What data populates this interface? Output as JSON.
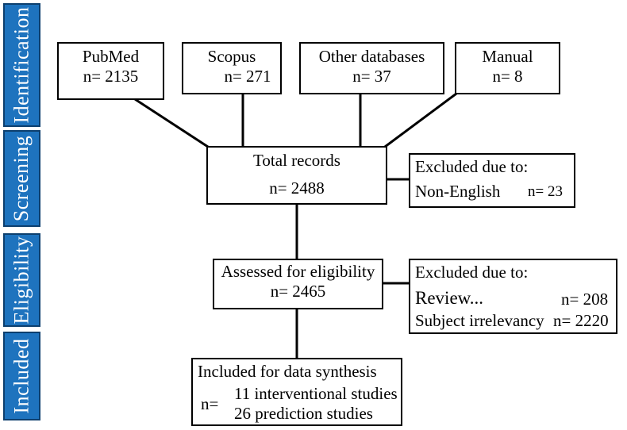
{
  "stages": [
    "Identification",
    "Screening",
    "Eligibility",
    "Included"
  ],
  "sources": [
    {
      "name": "PubMed",
      "count": "n= 2135"
    },
    {
      "name": "Scopus",
      "count": "n= 271"
    },
    {
      "name": "Other databases",
      "count": "n= 37"
    },
    {
      "name": "Manual",
      "count": "n= 8"
    }
  ],
  "total": {
    "title": "Total records",
    "count": "n= 2488"
  },
  "excluded_screening": {
    "title": "Excluded due to:",
    "reason": "Non-English",
    "count": "n= 23"
  },
  "assessed": {
    "title": "Assessed for eligibility",
    "count": "n= 2465"
  },
  "excluded_eligibility": {
    "title": "Excluded due to:",
    "reasons": [
      {
        "reason": "Review...",
        "count": "n= 208"
      },
      {
        "reason": "Subject irrelevancy",
        "count": "n= 2220"
      }
    ]
  },
  "included": {
    "title": "Included for data synthesis",
    "n_label": "n=",
    "lines": [
      "11 interventional studies",
      "26 prediction studies"
    ]
  },
  "colors": {
    "stage_fill": "#1e73be",
    "stage_border": "#0d3f6e",
    "line": "#000000"
  }
}
